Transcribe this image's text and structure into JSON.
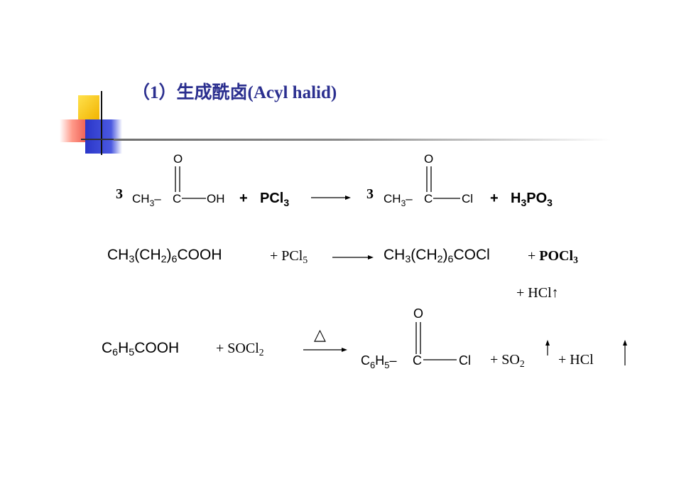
{
  "title": "（1）生成酰卤(Acyl halid)",
  "eq1": {
    "coef1": "3",
    "reactant_left": "CH",
    "reactant_left_sub": "3",
    "carbon": "C",
    "oxygen": "O",
    "oh": "OH",
    "plus1": "+",
    "reagent": "PCl",
    "reagent_sub": "3",
    "coef2": "3",
    "product_left": "CH",
    "product_left_sub": "3",
    "product_carbon": "C",
    "product_oxygen": "O",
    "cl": "Cl",
    "plus2": "+",
    "byproduct_h": "H",
    "byproduct_h_sub": "3",
    "byproduct_po": "PO",
    "byproduct_po_sub": "3"
  },
  "eq2": {
    "reactant_a": "CH",
    "reactant_sub1": "3",
    "reactant_b": "(CH",
    "reactant_sub2": "2",
    "reactant_c": ")",
    "reactant_sub3": "6",
    "reactant_d": "COOH",
    "plus1": "+",
    "reagent": "PCl",
    "reagent_sub": "5",
    "product_a": "CH",
    "product_sub1": "3",
    "product_b": "(CH",
    "product_sub2": "2",
    "product_c": ")",
    "product_sub3": "6",
    "product_d": "COCl",
    "plus2": "+",
    "byproduct1": "POCl",
    "byproduct1_sub": "3",
    "plus3": "+",
    "byproduct2": "HCl",
    "gas_arrow": "↑"
  },
  "eq3": {
    "reactant_a": "C",
    "reactant_sub1": "6",
    "reactant_b": "H",
    "reactant_sub2": "5",
    "reactant_c": "COOH",
    "plus1": "+",
    "reagent": "SOCl",
    "reagent_sub": "2",
    "heat_symbol": "△",
    "product_a": "C",
    "product_sub1": "6",
    "product_b": "H",
    "product_sub2": "5",
    "product_carbon": "C",
    "product_oxygen": "O",
    "cl": "Cl",
    "plus2": "+",
    "byproduct1": "SO",
    "byproduct1_sub": "2",
    "plus3": "+",
    "byproduct2": "HCl"
  },
  "colors": {
    "title": "#2b2f8f",
    "deco_yellow": "#f7c600",
    "deco_red": "#e8403a",
    "deco_blue": "#2e3bd0"
  }
}
